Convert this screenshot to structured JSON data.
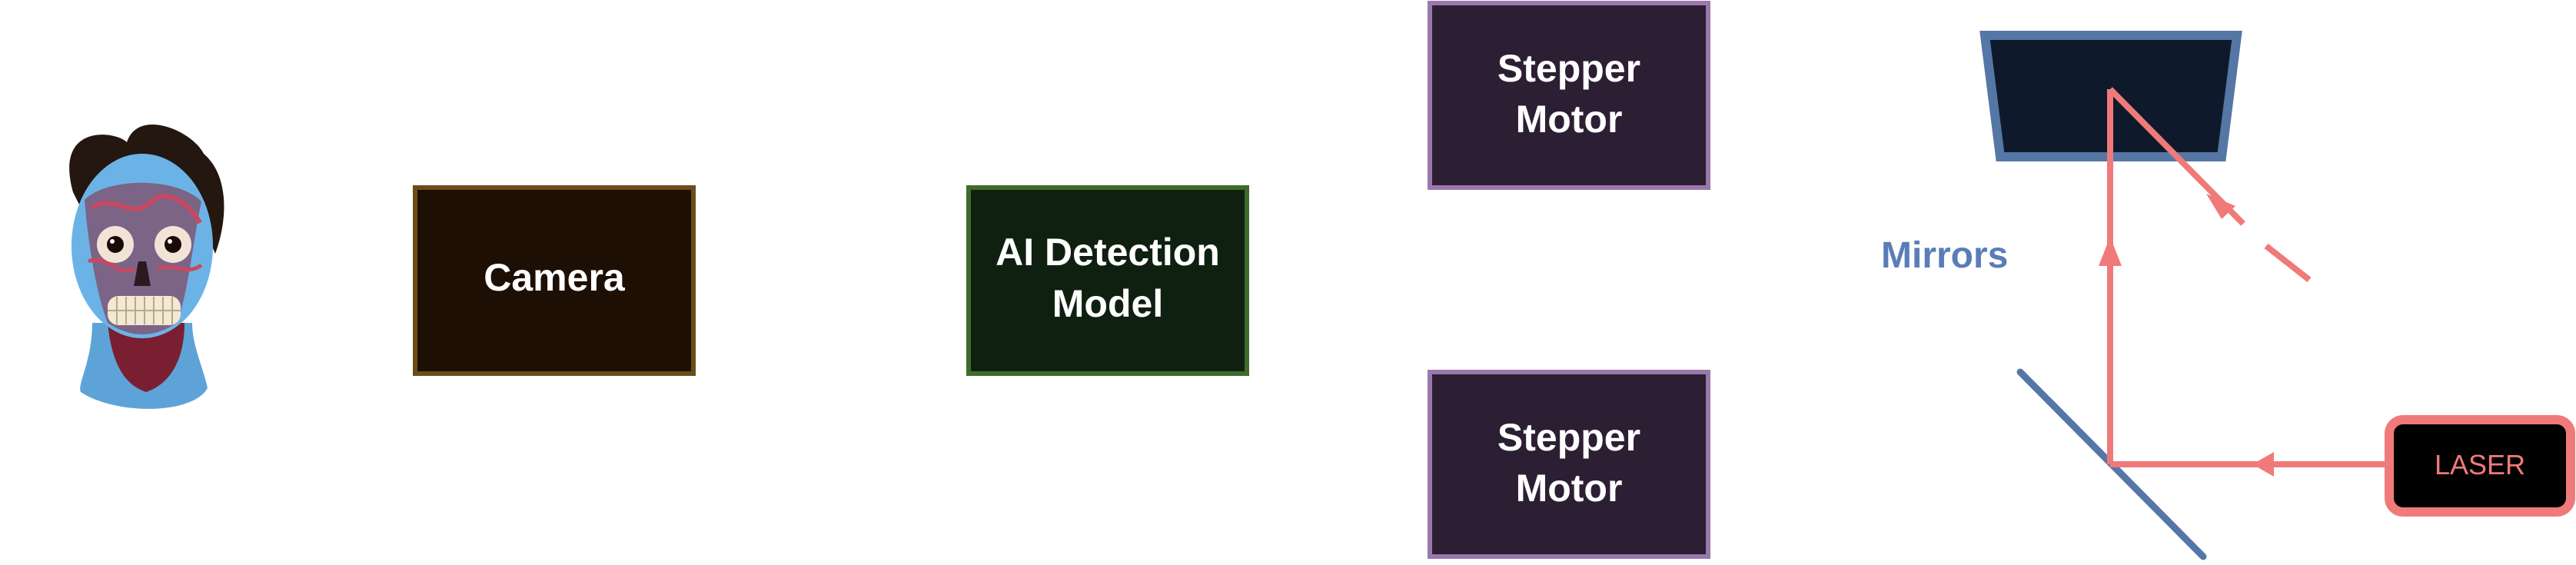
{
  "diagram": {
    "subject_image": "alien-face-mask",
    "camera_box": {
      "label": "Camera"
    },
    "ai_box": {
      "label_line1": "AI Detection",
      "label_line2": "Model"
    },
    "stepper_top": {
      "label_line1": "Stepper",
      "label_line2": "Motor"
    },
    "stepper_bottom": {
      "label_line1": "Stepper",
      "label_line2": "Motor"
    },
    "mirrors_label": "Mirrors",
    "laser_box": {
      "label": "LASER"
    },
    "colors": {
      "camera_fill": "#1e0f05",
      "camera_border": "#6b4d1a",
      "ai_fill": "#0f2010",
      "ai_border": "#3f6b2a",
      "motor_fill": "#2d1f33",
      "motor_border": "#9a78aa",
      "mirror_fill": "#0e1a2c",
      "mirror_border": "#5577a6",
      "mirrors_text": "#5a7db8",
      "beam": "#f07a7a",
      "laser_fill": "#000000",
      "laser_border": "#f07a7a",
      "laser_text": "#f07a7a"
    }
  }
}
